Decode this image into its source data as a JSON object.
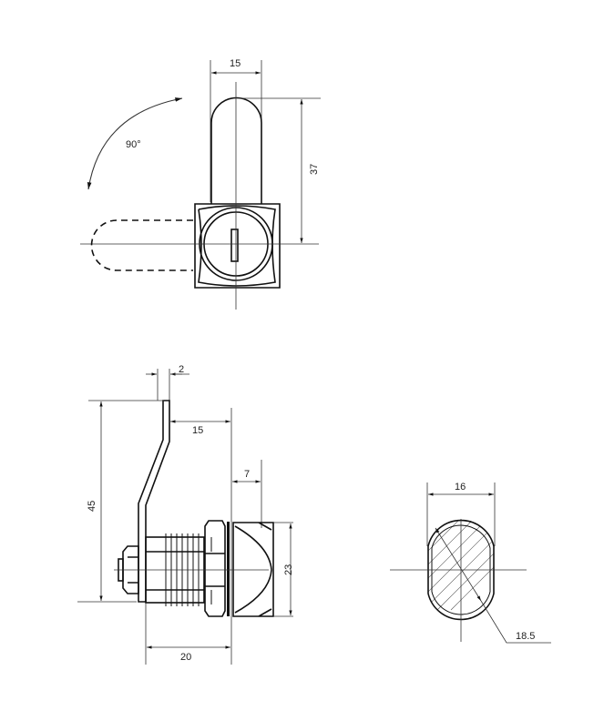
{
  "top_view": {
    "width_dim": "15",
    "rotation_angle": "90°",
    "height_dim": "37"
  },
  "side_view": {
    "thickness_dim": "2",
    "height_dim": "45",
    "offset_dim": "15",
    "knob_depth_dim": "7",
    "knob_height_dim": "23",
    "body_length_dim": "20"
  },
  "section_view": {
    "flat_width_dim": "16",
    "diameter_dim": "18.5"
  }
}
